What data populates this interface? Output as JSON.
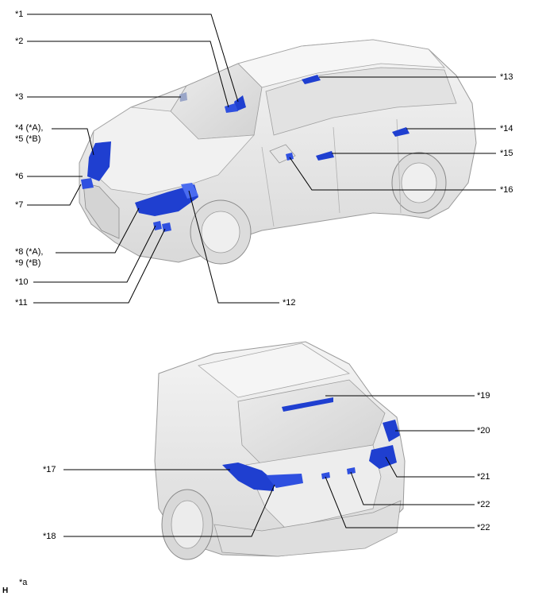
{
  "callouts": {
    "c1": "*1",
    "c2": "*2",
    "c3": "*3",
    "c4": "*4 (*A),",
    "c5": "*5 (*B)",
    "c6": "*6",
    "c7": "*7",
    "c8": "*8 (*A),",
    "c9": "*9 (*B)",
    "c10": "*10",
    "c11": "*11",
    "c12": "*12",
    "c13": "*13",
    "c14": "*14",
    "c15": "*15",
    "c16": "*16",
    "c17": "*17",
    "c18": "*18",
    "c19": "*19",
    "c20": "*20",
    "c21": "*21",
    "c22a": "*22",
    "c22b": "*22"
  },
  "footer": {
    "note": "*a",
    "code": "H"
  },
  "colors": {
    "body": "#e9e9e9",
    "outline": "#9a9a9a",
    "highlight": "#1f3fd0",
    "highlight_light": "#4a6cf0",
    "leader": "#000000"
  }
}
